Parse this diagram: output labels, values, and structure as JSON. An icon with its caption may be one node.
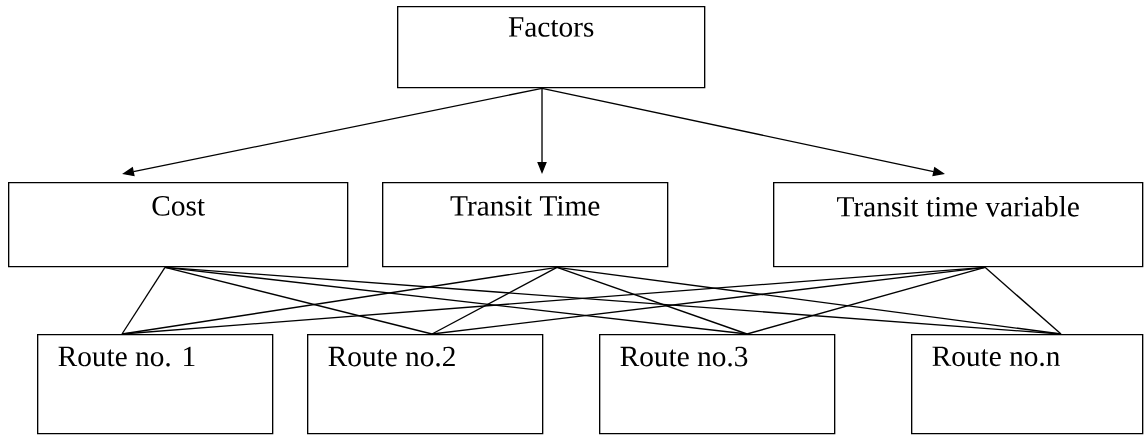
{
  "diagram": {
    "nodes": [
      {
        "text": [
          "Factors"
        ]
      },
      {
        "text": [
          "Cost"
        ]
      },
      {
        "text": [
          "Transit Time"
        ]
      },
      {
        "text": [
          "Transit time variable"
        ]
      },
      {
        "text": [
          "Route no. 1"
        ]
      },
      {
        "text": [
          "Route no.2"
        ]
      },
      {
        "text": [
          "Route no.3"
        ]
      },
      {
        "text": [
          "Route no.n"
        ]
      }
    ],
    "edges": [
      {
        "from": 0,
        "to": 1,
        "arrow": "to"
      },
      {
        "from": 0,
        "to": 2,
        "arrow": "to"
      },
      {
        "from": 0,
        "to": 3,
        "arrow": "to"
      },
      {
        "from": 1,
        "to": 4,
        "arrow": "none"
      },
      {
        "from": 1,
        "to": 5,
        "arrow": "none"
      },
      {
        "from": 1,
        "to": 6,
        "arrow": "none"
      },
      {
        "from": 1,
        "to": 7,
        "arrow": "none"
      },
      {
        "from": 2,
        "to": 4,
        "arrow": "none"
      },
      {
        "from": 2,
        "to": 5,
        "arrow": "none"
      },
      {
        "from": 2,
        "to": 6,
        "arrow": "none"
      },
      {
        "from": 2,
        "to": 7,
        "arrow": "none"
      },
      {
        "from": 3,
        "to": 4,
        "arrow": "none"
      },
      {
        "from": 3,
        "to": 5,
        "arrow": "none"
      },
      {
        "from": 3,
        "to": 6,
        "arrow": "none"
      },
      {
        "from": 3,
        "to": 7,
        "arrow": "none"
      }
    ]
  }
}
